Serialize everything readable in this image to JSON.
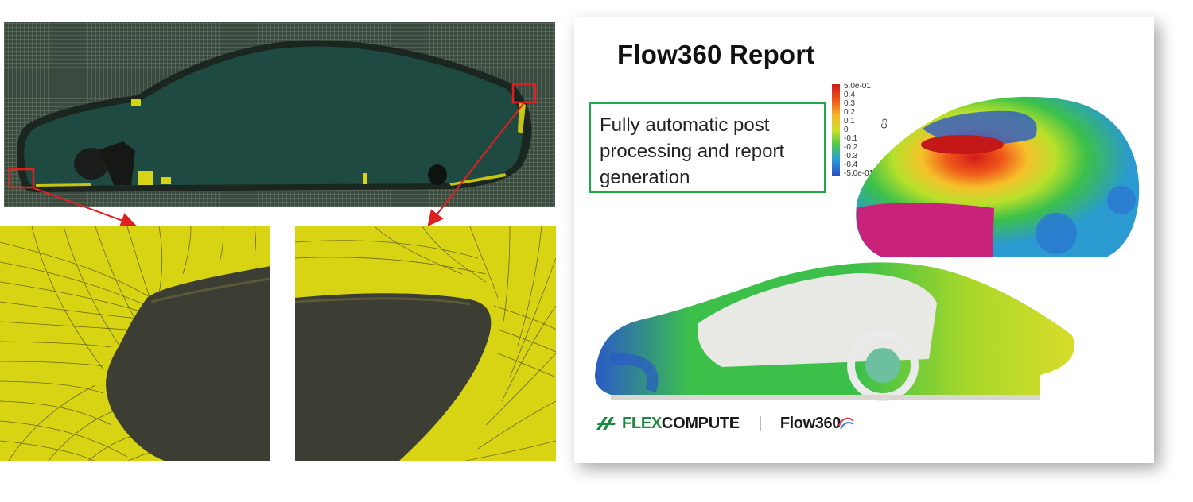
{
  "report": {
    "title": "Flow360 Report",
    "description": "Fully automatic post processing and report generation",
    "colorbar": {
      "variable": "Cp",
      "labels": [
        "5.0e-01",
        "0.4",
        "0.3",
        "0.2",
        "0.1",
        "0",
        "-0.1",
        "-0.2",
        "-0.3",
        "-0.4",
        "-5.0e-01"
      ],
      "colors": [
        "#cc1a1a",
        "#ef5a1a",
        "#f5b52a",
        "#cfe12a",
        "#4cc84a",
        "#2aa0d8",
        "#2a4fc8"
      ]
    },
    "logos": {
      "flexcompute_prefix": "FLEX",
      "flexcompute_suffix": "COMPUTE",
      "flow360": "Flow360"
    }
  },
  "colors": {
    "mesh_background": "#3a4a3e",
    "car_body": "#1f4a42",
    "surface_mesh": "#d8d414",
    "highlight_box": "#e02020",
    "description_border": "#22a84a"
  }
}
